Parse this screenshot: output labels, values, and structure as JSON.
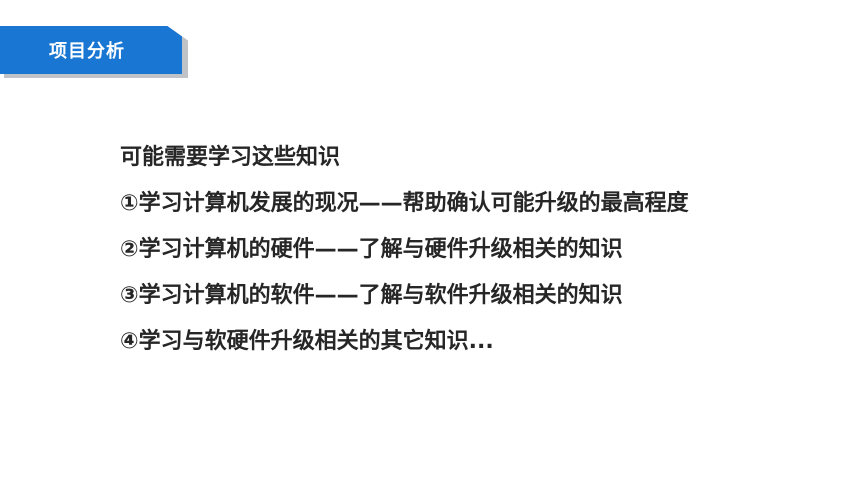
{
  "header": {
    "title": "项目分析",
    "accent_color": "#1976d2"
  },
  "content": {
    "lines": [
      "可能需要学习这些知识",
      "①学习计算机发展的现况——帮助确认可能升级的最高程度",
      "②学习计算机的硬件——了解与硬件升级相关的知识",
      "③学习计算机的软件——了解与软件升级相关的知识",
      "④学习与软硬件升级相关的其它知识..."
    ]
  }
}
